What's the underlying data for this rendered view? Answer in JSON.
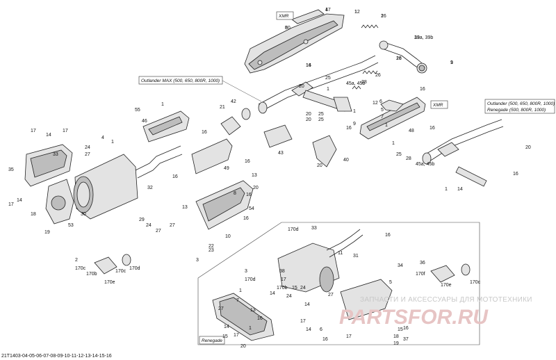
{
  "diagram": {
    "code": "21T1403-04-05-06-07-08-09-10-11-12-13-14-15-16",
    "variant_labels": {
      "xmr_top": "XMR",
      "xmr_mid": "XMR",
      "outlander_max": "Outlander MAX (500, 650, 800R, 1000)",
      "outlander_right_1": "Outlander (500, 650, 800R, 1000)",
      "outlander_right_2": "Renegade (500, 800R, 1000)",
      "renegade": "Renegade"
    },
    "watermark": {
      "top": "ЗАПЧАСТИ И АКСЕССУАРЫ ДЛЯ МОТОТЕХНИКИ",
      "brand": "PARTSFOR.RU"
    }
  },
  "callouts": [
    "47",
    "1",
    "26",
    "50",
    "39a, 39b",
    "28",
    "9",
    "16",
    "25",
    "45a, 45b",
    "20",
    "16",
    "26",
    "28",
    "42",
    "21",
    "55",
    "46",
    "1",
    "17",
    "14",
    "17",
    "35",
    "4",
    "24",
    "1",
    "27",
    "33",
    "16",
    "20",
    "25",
    "1",
    "12",
    "9",
    "6",
    "5",
    "7",
    "20",
    "25",
    "16",
    "43",
    "40",
    "20",
    "48",
    "1",
    "16",
    "1",
    "49",
    "32",
    "16",
    "13",
    "16",
    "8",
    "16",
    "54",
    "10",
    "16",
    "20",
    "17",
    "14",
    "18",
    "19",
    "53",
    "30",
    "29",
    "24",
    "27",
    "27",
    "13",
    "22",
    "23",
    "3",
    "2",
    "170c",
    "170e",
    "170d",
    "170b",
    "170c",
    "170d",
    "33",
    "16",
    "11",
    "38",
    "31",
    "34",
    "3",
    "17",
    "15",
    "24",
    "27",
    "5",
    "36",
    "170f",
    "170e",
    "170c",
    "170d",
    "170b",
    "14",
    "1",
    "7",
    "24",
    "14",
    "17",
    "14",
    "6",
    "16",
    "15",
    "37",
    "1",
    "14",
    "16",
    "20",
    "25",
    "28",
    "45a, 45b",
    "1",
    "16",
    "17",
    "18",
    "19",
    "27",
    "13",
    "16",
    "1",
    "14",
    "17",
    "15",
    "20",
    "1",
    "12",
    "1",
    "8",
    "13",
    "16",
    "1",
    "14"
  ]
}
